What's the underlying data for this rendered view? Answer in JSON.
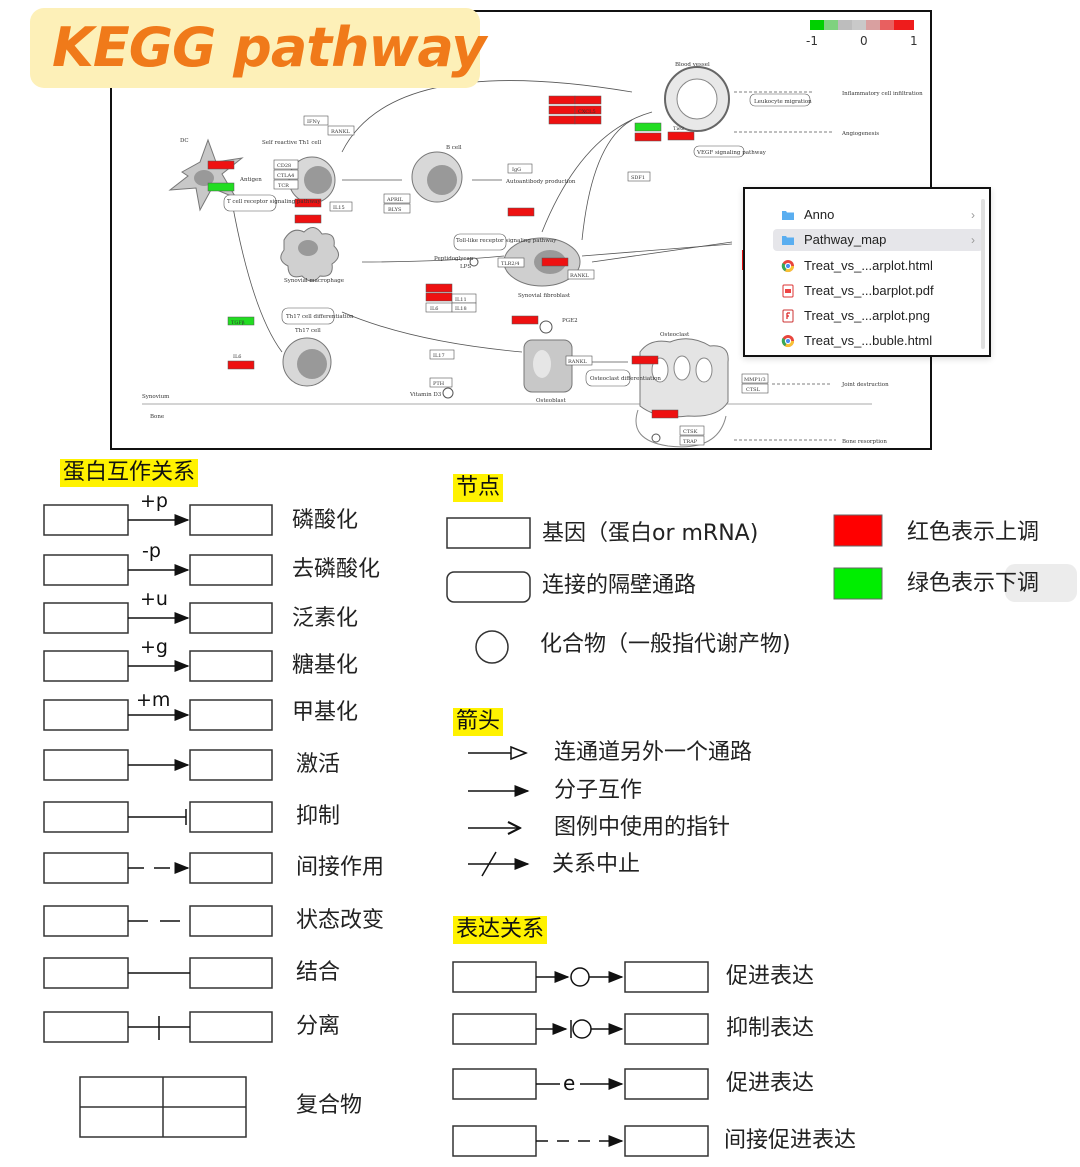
{
  "title": "KEGG pathway",
  "scale": {
    "min": "-1",
    "mid": "0",
    "max": "1"
  },
  "colors": {
    "up": "#ff0000",
    "down": "#00ee00",
    "title": "#f07a1a",
    "badge": "#fdf0b8",
    "highlight": "#fff200"
  },
  "pathway": {
    "labels": {
      "blood_vessel": "Blood vessel",
      "inflammatory": "Inflammatory cell infiltration",
      "leukocyte": "Leukocyte migration",
      "angiogenesis": "Angiogenesis",
      "vegf": "VEGF signaling pathway",
      "dc": "DC",
      "self_reactive": "Self reactive Th1 cell",
      "antigen": "Antigen",
      "tcr_pathway": "T cell receptor signaling pathway",
      "b_cell": "B cell",
      "autoantibody": "Autoantibody production",
      "tlr_pathway": "Toll-like receptor signaling pathway",
      "peptidoglycan": "Peptidoglycan",
      "lps": "LPS",
      "synovial_fibroblast": "Synovial fibroblast",
      "synovial_macrophage": "Synovial macrophage",
      "th17_diff": "Th17 cell differentiation",
      "th17": "Th17 cell",
      "osteoclast": "Osteoclast",
      "osteoclast_diff": "Osteoclast differentiation",
      "osteoblast": "Osteoblast",
      "vitamin_d3": "Vitamin D3",
      "joint_destruction": "Joint destruction",
      "bone_resorption": "Bone resorption",
      "synovium": "Synovium",
      "bone": "Bone",
      "pge2": "PGE2"
    },
    "genes": [
      "IFNγ",
      "RANKL",
      "CD28",
      "CTLA4",
      "TCR",
      "IL15",
      "IgG",
      "APRIL",
      "BLYS",
      "CXCL5",
      "Tie2",
      "SDF1",
      "TLR2/4",
      "RANKL",
      "IL11",
      "IL6",
      "IL18",
      "IL17",
      "PTH",
      "RANKL",
      "CTSK",
      "TRAP",
      "MMP1/3",
      "CTSL",
      "TGFβ",
      "IL6"
    ]
  },
  "finder": {
    "items": [
      {
        "label": "Anno",
        "type": "folder",
        "chevron": "›"
      },
      {
        "label": "Pathway_map",
        "type": "folder",
        "chevron": "›",
        "selected": true
      },
      {
        "label": "Treat_vs_...arplot.html",
        "type": "chrome"
      },
      {
        "label": "Treat_vs_...barplot.pdf",
        "type": "pdf"
      },
      {
        "label": "Treat_vs_...arplot.png",
        "type": "png"
      },
      {
        "label": "Treat_vs_...buble.html",
        "type": "chrome"
      }
    ]
  },
  "legend": {
    "interactions_title": "蛋白互作关系",
    "interactions": [
      {
        "label": "磷酸化",
        "mod": "+p"
      },
      {
        "label": "去磷酸化",
        "mod": "-p"
      },
      {
        "label": "泛素化",
        "mod": "+u"
      },
      {
        "label": "糖基化",
        "mod": "+g"
      },
      {
        "label": "甲基化",
        "mod": "+m"
      },
      {
        "label": "激活",
        "mod": ""
      },
      {
        "label": "抑制",
        "mod": ""
      },
      {
        "label": "间接作用",
        "mod": ""
      },
      {
        "label": "状态改变",
        "mod": ""
      },
      {
        "label": "结合",
        "mod": ""
      },
      {
        "label": "分离",
        "mod": ""
      },
      {
        "label": "复合物",
        "mod": ""
      }
    ],
    "nodes_title": "节点",
    "nodes": [
      {
        "label": "基因（蛋白or mRNA)"
      },
      {
        "label": "连接的隔壁通路"
      },
      {
        "label": "化合物（一般指代谢产物)"
      }
    ],
    "color_key": [
      {
        "label": "红色表示上调"
      },
      {
        "label": "绿色表示下调"
      }
    ],
    "arrows_title": "箭头",
    "arrows": [
      {
        "label": "连通道另外一个通路"
      },
      {
        "label": "分子互作"
      },
      {
        "label": "图例中使用的指针"
      },
      {
        "label": "关系中止"
      }
    ],
    "expression_title": "表达关系",
    "expression": [
      {
        "label": "促进表达",
        "mark": ""
      },
      {
        "label": "抑制表达",
        "mark": ""
      },
      {
        "label": "促进表达",
        "mark": "e"
      },
      {
        "label": "间接促进表达",
        "mark": ""
      }
    ]
  }
}
